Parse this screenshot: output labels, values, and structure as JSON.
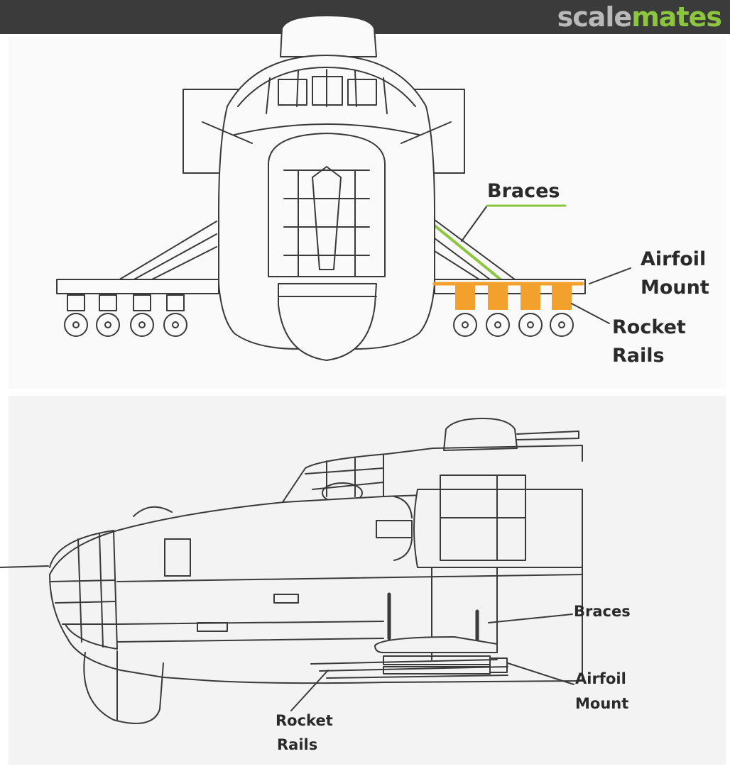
{
  "header": {
    "logo_scale": "scale",
    "logo_mates": "mates"
  },
  "front_view": {
    "labels": {
      "braces": "Braces",
      "airfoil_line1": "Airfoil",
      "airfoil_line2": "Mount",
      "rocket_line1": "Rocket",
      "rocket_line2": "Rails"
    }
  },
  "side_view": {
    "labels": {
      "braces": "Braces",
      "airfoil_line1": "Airfoil",
      "airfoil_line2": "Mount",
      "rocket_line1": "Rocket",
      "rocket_line2": "Rails"
    }
  },
  "colors": {
    "header_bg": "#3b3b3b",
    "logo_gray": "#b9b9b9",
    "logo_green": "#8cc63f",
    "highlight_orange": "#f2a12c",
    "highlight_green": "#8cc63f",
    "line": "#3a3a3a"
  }
}
